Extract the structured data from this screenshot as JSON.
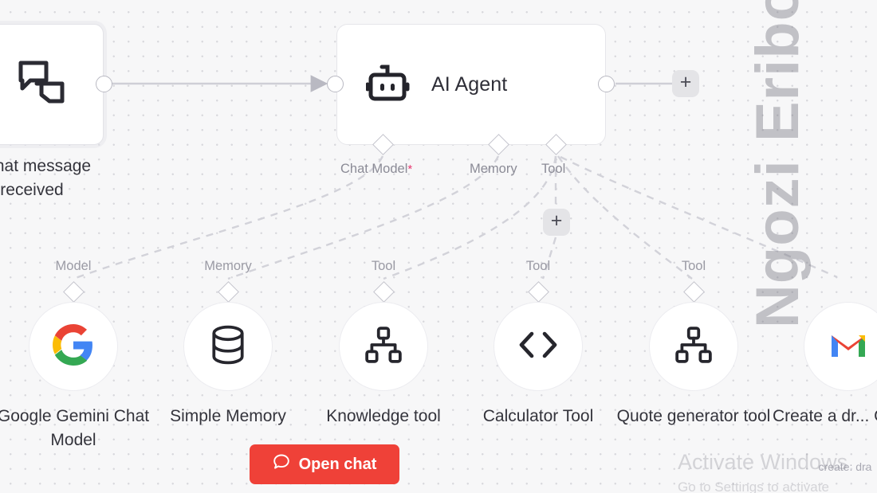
{
  "canvas": {
    "background_color": "#f7f7f8",
    "grid_dot_color": "#d8d8dd"
  },
  "trigger_node": {
    "icon": "chat-bubbles-icon",
    "label_line1": "n chat message",
    "label_line2": "received",
    "full_label": "When chat message received"
  },
  "agent_node": {
    "icon": "robot-icon",
    "title": "AI Agent",
    "connectors": [
      {
        "name": "chat-model",
        "label": "Chat Model",
        "required": true,
        "required_marker": "*"
      },
      {
        "name": "memory",
        "label": "Memory",
        "required": false
      },
      {
        "name": "tool",
        "label": "Tool",
        "required": false
      }
    ]
  },
  "add_buttons": {
    "output_plus": "+",
    "tool_plus": "+"
  },
  "sub_nodes": [
    {
      "connector_label": "Model",
      "icon": "google-g-icon",
      "label": "Google Gemini Chat Model",
      "sublabel": ""
    },
    {
      "connector_label": "Memory",
      "icon": "database-icon",
      "label": "Simple Memory",
      "sublabel": ""
    },
    {
      "connector_label": "Tool",
      "icon": "sitemap-icon",
      "label": "Knowledge tool",
      "sublabel": ""
    },
    {
      "connector_label": "Tool",
      "icon": "code-brackets-icon",
      "label": "Calculator Tool",
      "sublabel": ""
    },
    {
      "connector_label": "Tool",
      "icon": "sitemap-icon",
      "label": "Quote generator tool",
      "sublabel": ""
    },
    {
      "connector_label": "Tool",
      "icon": "gmail-icon",
      "label": "Create a dr... Gmail",
      "sublabel": "create: dra"
    }
  ],
  "open_chat_button": {
    "label": "Open chat",
    "icon": "chat-bubble-icon",
    "color": "#ef4138"
  },
  "watermarks": {
    "author": "Ngozi Eribo",
    "windows_line1": "Activate Windows",
    "windows_line2": "Go to Settings to activate"
  }
}
